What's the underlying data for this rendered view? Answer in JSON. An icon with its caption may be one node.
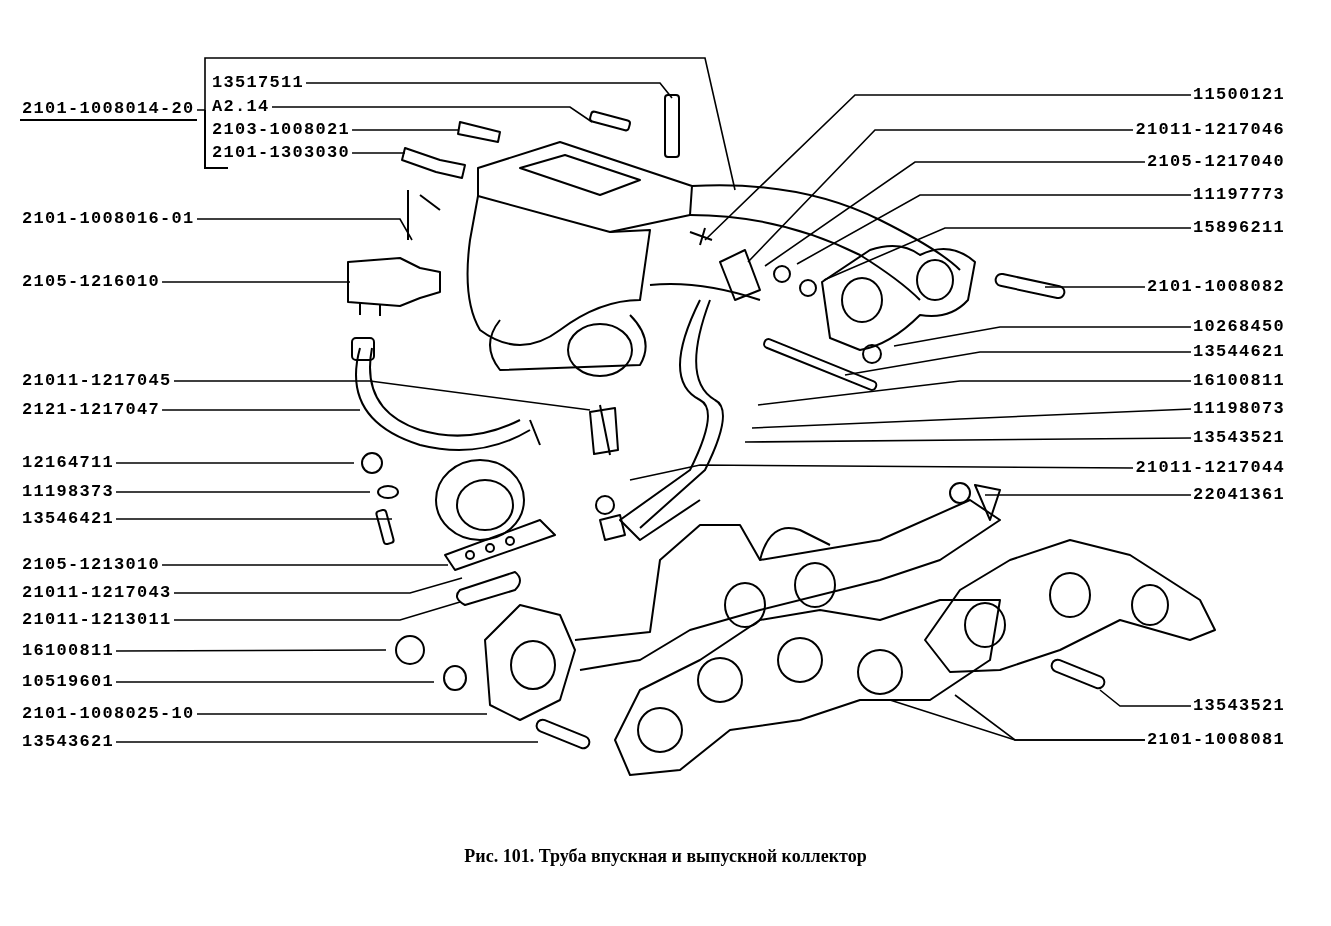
{
  "diagram": {
    "caption": "Рис. 101. Труба впускная и выпускной коллектор",
    "nodes": [
      {
        "text": [
          "2101-1008014-20"
        ]
      },
      {
        "text": [
          "13517511"
        ]
      },
      {
        "text": [
          "A2.14"
        ]
      },
      {
        "text": [
          "2103-1008021"
        ]
      },
      {
        "text": [
          "2101-1303030"
        ]
      },
      {
        "text": [
          "2101-1008016-01"
        ]
      },
      {
        "text": [
          "2105-1216010"
        ]
      },
      {
        "text": [
          "21011-1217045"
        ]
      },
      {
        "text": [
          "2121-1217047"
        ]
      },
      {
        "text": [
          "12164711"
        ]
      },
      {
        "text": [
          "11198373"
        ]
      },
      {
        "text": [
          "13546421"
        ]
      },
      {
        "text": [
          "2105-1213010"
        ]
      },
      {
        "text": [
          "21011-1217043"
        ]
      },
      {
        "text": [
          "21011-1213011"
        ]
      },
      {
        "text": [
          "16100811"
        ]
      },
      {
        "text": [
          "10519601"
        ]
      },
      {
        "text": [
          "2101-1008025-10"
        ]
      },
      {
        "text": [
          "13543621"
        ]
      },
      {
        "text": [
          "11500121"
        ]
      },
      {
        "text": [
          "21011-1217046"
        ]
      },
      {
        "text": [
          "2105-1217040"
        ]
      },
      {
        "text": [
          "11197773"
        ]
      },
      {
        "text": [
          "15896211"
        ]
      },
      {
        "text": [
          "2101-1008082"
        ]
      },
      {
        "text": [
          "10268450"
        ]
      },
      {
        "text": [
          "13544621"
        ]
      },
      {
        "text": [
          "16100811"
        ]
      },
      {
        "text": [
          "11198073"
        ]
      },
      {
        "text": [
          "13543521"
        ]
      },
      {
        "text": [
          "21011-1217044"
        ]
      },
      {
        "text": [
          "22041361"
        ]
      },
      {
        "text": [
          "13543521"
        ]
      },
      {
        "text": [
          "2101-1008081"
        ]
      }
    ],
    "edges": [
      {
        "from": 0,
        "to": null,
        "arrow": "none"
      },
      {
        "from": 1,
        "to": null,
        "arrow": "none"
      },
      {
        "from": 2,
        "to": null,
        "arrow": "none"
      },
      {
        "from": 3,
        "to": null,
        "arrow": "none"
      },
      {
        "from": 4,
        "to": null,
        "arrow": "none"
      },
      {
        "from": 5,
        "to": null,
        "arrow": "none"
      },
      {
        "from": 6,
        "to": null,
        "arrow": "none"
      },
      {
        "from": 7,
        "to": null,
        "arrow": "none"
      },
      {
        "from": 8,
        "to": null,
        "arrow": "none"
      },
      {
        "from": 9,
        "to": null,
        "arrow": "none"
      },
      {
        "from": 10,
        "to": null,
        "arrow": "none"
      },
      {
        "from": 11,
        "to": null,
        "arrow": "none"
      },
      {
        "from": 12,
        "to": null,
        "arrow": "none"
      },
      {
        "from": 13,
        "to": null,
        "arrow": "none"
      },
      {
        "from": 14,
        "to": null,
        "arrow": "none"
      },
      {
        "from": 15,
        "to": null,
        "arrow": "none"
      },
      {
        "from": 16,
        "to": null,
        "arrow": "none"
      },
      {
        "from": 17,
        "to": null,
        "arrow": "none"
      },
      {
        "from": 18,
        "to": null,
        "arrow": "none"
      },
      {
        "from": 19,
        "to": null,
        "arrow": "none"
      },
      {
        "from": 20,
        "to": null,
        "arrow": "none"
      },
      {
        "from": 21,
        "to": null,
        "arrow": "none"
      },
      {
        "from": 22,
        "to": null,
        "arrow": "none"
      },
      {
        "from": 23,
        "to": null,
        "arrow": "none"
      },
      {
        "from": 24,
        "to": null,
        "arrow": "none"
      },
      {
        "from": 25,
        "to": null,
        "arrow": "none"
      },
      {
        "from": 26,
        "to": null,
        "arrow": "none"
      },
      {
        "from": 27,
        "to": null,
        "arrow": "none"
      },
      {
        "from": 28,
        "to": null,
        "arrow": "none"
      },
      {
        "from": 29,
        "to": null,
        "arrow": "none"
      },
      {
        "from": 30,
        "to": null,
        "arrow": "none"
      },
      {
        "from": 31,
        "to": null,
        "arrow": "none"
      },
      {
        "from": 32,
        "to": null,
        "arrow": "none"
      },
      {
        "from": 33,
        "to": null,
        "arrow": "none"
      },
      {
        "from": 33,
        "to": null,
        "arrow": "none"
      }
    ]
  }
}
